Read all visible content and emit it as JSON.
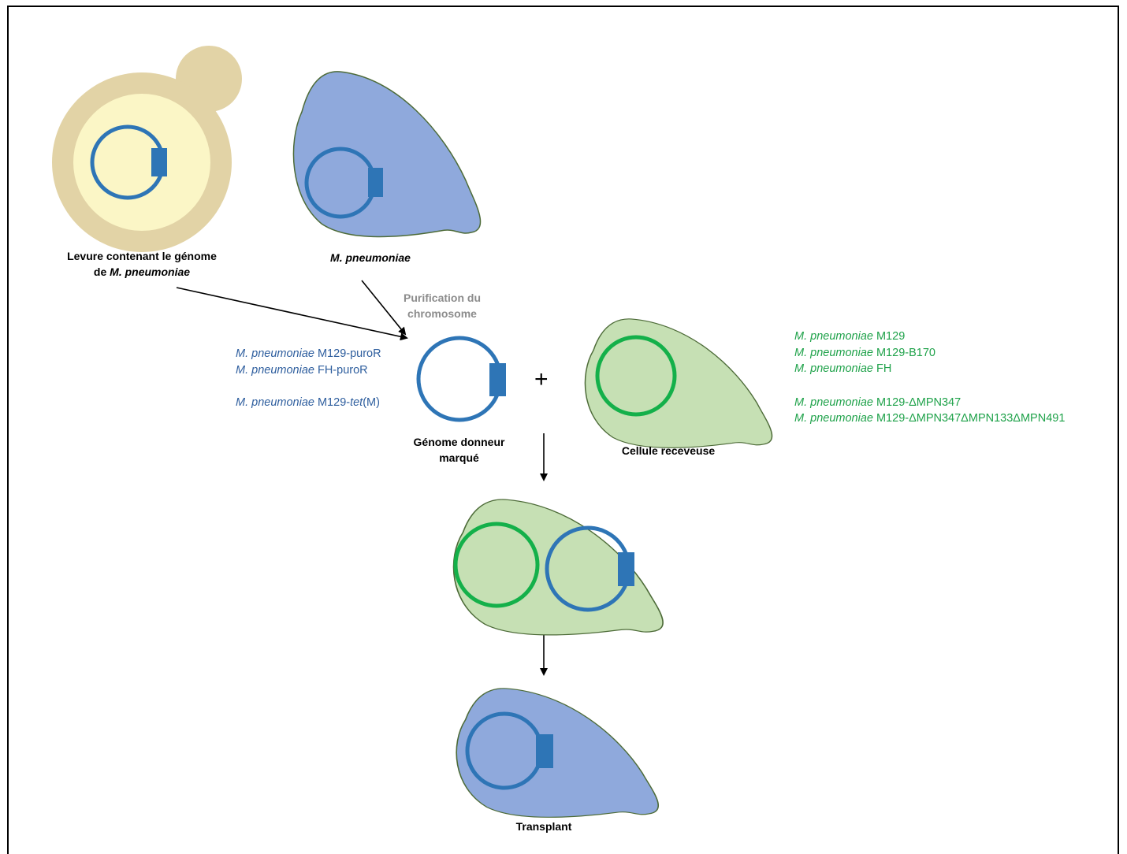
{
  "colors": {
    "yeast_outer": "#e2d3a6",
    "yeast_inner": "#fbf6c6",
    "blue_cell": "#8fa9dc",
    "green_cell": "#c6e0b4",
    "cell_outline": "#4d6b38",
    "genome_blue": "#2e75b6",
    "genome_green": "#14b04a",
    "label_blue": "#2e5e9e",
    "label_green": "#1fa24a",
    "label_gray": "#8c8c8c"
  },
  "labels": {
    "yeast_line1": "Levure contenant le génome",
    "yeast_line2_prefix": "de ",
    "yeast_line2_species": "M. pneumoniae",
    "mpneumo_cell": "M. pneumoniae",
    "purification_line1": "Purification du",
    "purification_line2": "chromosome",
    "donor_line1": "Génome donneur",
    "donor_line2": "marqué",
    "recipient": "Cellule receveuse",
    "plus": "+",
    "transplant": "Transplant"
  },
  "donor_strains": [
    {
      "species": "M. pneumoniae",
      "strain_pre": " M129-puroR",
      "strain_italic": "",
      "strain_post": ""
    },
    {
      "species": "M. pneumoniae",
      "strain_pre": " FH-puroR",
      "strain_italic": "",
      "strain_post": ""
    },
    {
      "species": "M. pneumoniae",
      "strain_pre": " M129-",
      "strain_italic": "tet",
      "strain_post": "(M)"
    }
  ],
  "recipient_strains": [
    {
      "species": "M. pneumoniae",
      "strain": " M129"
    },
    {
      "species": "M. pneumoniae",
      "strain": " M129-B170"
    },
    {
      "species": "M. pneumoniae",
      "strain": " FH"
    },
    {
      "species": "M. pneumoniae",
      "strain": " M129-ΔMPN347"
    },
    {
      "species": "M. pneumoniae",
      "strain": " M129-ΔMPN347ΔMPN133ΔMPN491"
    }
  ]
}
